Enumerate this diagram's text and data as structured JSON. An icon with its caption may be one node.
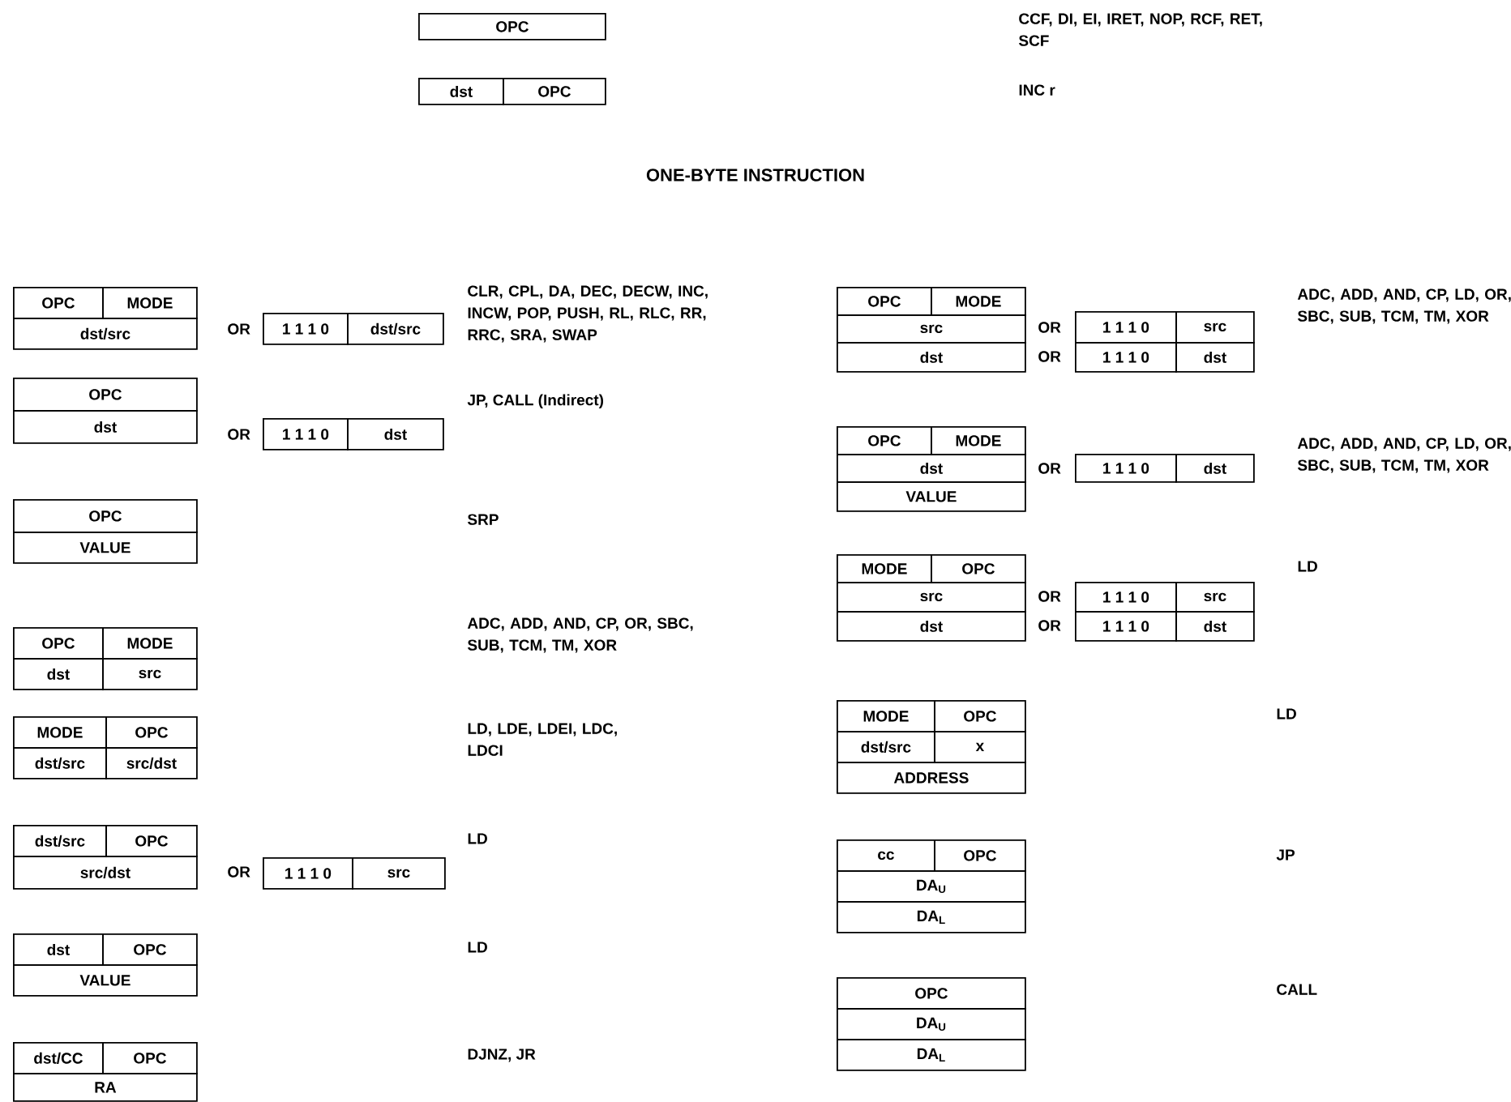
{
  "diagram": {
    "nodes": [
      {
        "text": [
          "OPC"
        ]
      },
      {
        "text": [
          "dst"
        ]
      },
      {
        "text": [
          "OPC"
        ]
      },
      {
        "text": [
          "OPC"
        ]
      },
      {
        "text": [
          "MODE"
        ]
      },
      {
        "text": [
          "dst/src"
        ]
      },
      {
        "text": [
          "1 1 1 0"
        ]
      },
      {
        "text": [
          "dst/src"
        ]
      },
      {
        "text": [
          "OPC"
        ]
      },
      {
        "text": [
          "dst"
        ]
      },
      {
        "text": [
          "1 1 1 0"
        ]
      },
      {
        "text": [
          "dst"
        ]
      },
      {
        "text": [
          "OPC"
        ]
      },
      {
        "text": [
          "VALUE"
        ]
      },
      {
        "text": [
          "OPC"
        ]
      },
      {
        "text": [
          "MODE"
        ]
      },
      {
        "text": [
          "dst"
        ]
      },
      {
        "text": [
          "src"
        ]
      },
      {
        "text": [
          "MODE"
        ]
      },
      {
        "text": [
          "OPC"
        ]
      },
      {
        "text": [
          "dst/src"
        ]
      },
      {
        "text": [
          "src/dst"
        ]
      },
      {
        "text": [
          "dst/src"
        ]
      },
      {
        "text": [
          "OPC"
        ]
      },
      {
        "text": [
          "src/dst"
        ]
      },
      {
        "text": [
          "1 1 1 0"
        ]
      },
      {
        "text": [
          "src"
        ]
      },
      {
        "text": [
          "dst"
        ]
      },
      {
        "text": [
          "OPC"
        ]
      },
      {
        "text": [
          "VALUE"
        ]
      },
      {
        "text": [
          "dst/CC"
        ]
      },
      {
        "text": [
          "OPC"
        ]
      },
      {
        "text": [
          "RA"
        ]
      },
      {
        "text": [
          "OPC"
        ]
      },
      {
        "text": [
          "MODE"
        ]
      },
      {
        "text": [
          "src"
        ]
      },
      {
        "text": [
          "dst"
        ]
      },
      {
        "text": [
          "1 1 1 0"
        ]
      },
      {
        "text": [
          "src"
        ]
      },
      {
        "text": [
          "1 1 1 0"
        ]
      },
      {
        "text": [
          "dst"
        ]
      },
      {
        "text": [
          "OPC"
        ]
      },
      {
        "text": [
          "MODE"
        ]
      },
      {
        "text": [
          "dst"
        ]
      },
      {
        "text": [
          "VALUE"
        ]
      },
      {
        "text": [
          "1 1 1 0"
        ]
      },
      {
        "text": [
          "dst"
        ]
      },
      {
        "text": [
          "MODE"
        ]
      },
      {
        "text": [
          "OPC"
        ]
      },
      {
        "text": [
          "src"
        ]
      },
      {
        "text": [
          "dst"
        ]
      },
      {
        "text": [
          "1 1 1 0"
        ]
      },
      {
        "text": [
          "src"
        ]
      },
      {
        "text": [
          "1 1 1 0"
        ]
      },
      {
        "text": [
          "dst"
        ]
      },
      {
        "text": [
          "MODE"
        ]
      },
      {
        "text": [
          "OPC"
        ]
      },
      {
        "text": [
          "dst/src"
        ]
      },
      {
        "text": [
          "x"
        ]
      },
      {
        "text": [
          "ADDRESS"
        ]
      },
      {
        "text": [
          "cc"
        ]
      },
      {
        "text": [
          "OPC"
        ]
      },
      {
        "text": [
          "DA$_{U}$"
        ]
      },
      {
        "text": [
          "DA$_{L}$"
        ]
      },
      {
        "text": [
          "OPC"
        ]
      },
      {
        "text": [
          "DA$_{U}$"
        ]
      },
      {
        "text": [
          "DA$_{L}$"
        ]
      }
    ],
    "labels": [
      "CCF, DI, EI, IRET, NOP, RCF, RET, SCF",
      "INC r",
      "ONE-BYTE INSTRUCTION",
      "OR",
      "CLR, CPL, DA, DEC, DECW, INC, INCW, POP, PUSH, RL, RLC, RR, RRC, SRA, SWAP",
      "OR",
      "JP, CALL (Indirect)",
      "SRP",
      "ADC, ADD, AND, CP, OR, SBC, SUB, TCM, TM, XOR",
      "LD, LDE, LDEI, LDC, LDCI",
      "OR",
      "LD",
      "LD",
      "DJNZ, JR",
      "OR",
      "OR",
      "ADC, ADD, AND, CP, LD, OR, SBC, SUB, TCM, TM, XOR",
      "OR",
      "ADC, ADD, AND, CP, LD, OR, SBC, SUB, TCM, TM, XOR",
      "OR",
      "OR",
      "LD",
      "LD",
      "JP",
      "CALL"
    ]
  }
}
